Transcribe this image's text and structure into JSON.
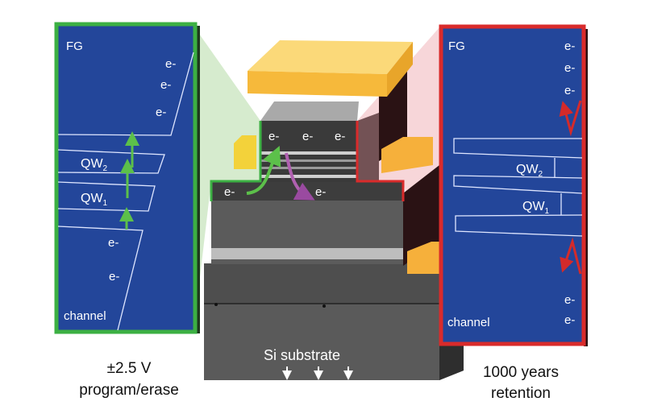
{
  "left_panel": {
    "title": "FG",
    "electrons_top": [
      "e-",
      "e-",
      "e-"
    ],
    "qw2": "QW",
    "qw2_sub": "2",
    "qw1": "QW",
    "qw1_sub": "1",
    "electrons_bottom": [
      "e-",
      "e-"
    ],
    "channel": "channel",
    "border_color": "#3cb043"
  },
  "right_panel": {
    "title": "FG",
    "electrons_top": [
      "e-",
      "e-",
      "e-"
    ],
    "qw2": "QW",
    "qw2_sub": "2",
    "qw1": "QW",
    "qw1_sub": "1",
    "electrons_bottom": [
      "e-",
      "e-"
    ],
    "channel": "channel",
    "border_color": "#d92b2b"
  },
  "device": {
    "top_electrons": [
      "e-",
      "e-",
      "e-"
    ],
    "side_electrons": [
      "e-",
      "e-"
    ],
    "substrate_label": "Si substrate"
  },
  "captions": {
    "left_line1": "±2.5 V",
    "left_line2": "program/erase",
    "right_line1": "1000 years",
    "right_line2": "retention"
  },
  "colors": {
    "panel_bg": "#23469a",
    "gold": "#f6b93b",
    "program_arrow": "#5cc04a",
    "erase_arrow": "#b060b0",
    "retention_arrow": "#d42a2a"
  }
}
